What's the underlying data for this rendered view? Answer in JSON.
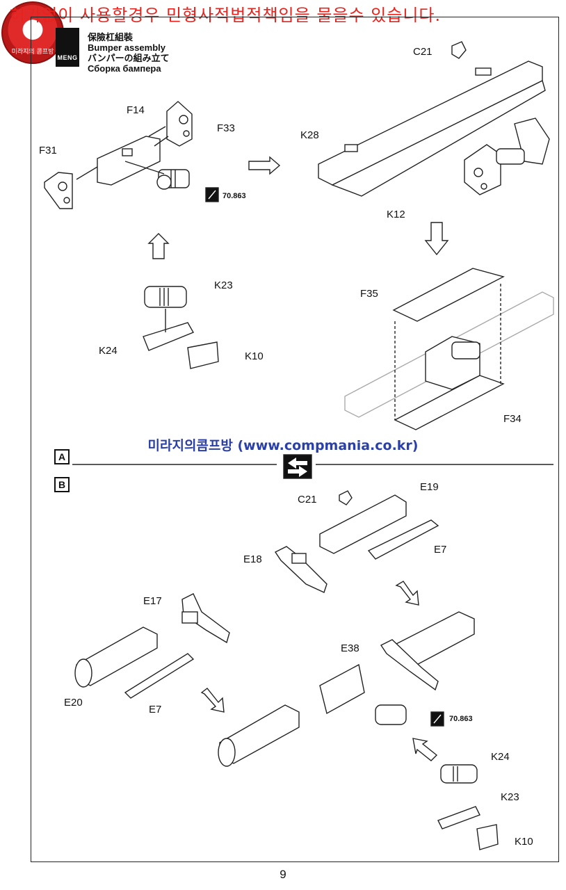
{
  "watermark": {
    "text": "허가없이 사용할경우 민형사적법적책임을 물을수 있습니다."
  },
  "logo": {
    "text": "미라지의 콤프방"
  },
  "header": {
    "brand": "MENG",
    "title_zh": "保險杠組裝",
    "title_en": "Bumper assembly",
    "title_ja": "バンパーの組み立て",
    "title_ru": "Сборка бампера"
  },
  "section_a": {
    "labels": {
      "f14": "F14",
      "f33": "F33",
      "f31": "F31",
      "k23": "K23",
      "k24": "K24",
      "k10": "K10",
      "c21": "C21",
      "k28": "K28",
      "k12": "K12",
      "f35": "F35",
      "f34": "F34"
    },
    "paint_code": "70.863"
  },
  "site_banner": "미라지의콤프방 (www.compmania.co.kr)",
  "steps": {
    "a": "A",
    "b": "B"
  },
  "section_b": {
    "labels": {
      "c21": "C21",
      "e19": "E19",
      "e7_top": "E7",
      "e18": "E18",
      "e17": "E17",
      "e20": "E20",
      "e7_left": "E7",
      "e38": "E38",
      "k24": "K24",
      "k23": "K23",
      "k10": "K10"
    },
    "paint_code": "70.863"
  },
  "page_number": "9"
}
